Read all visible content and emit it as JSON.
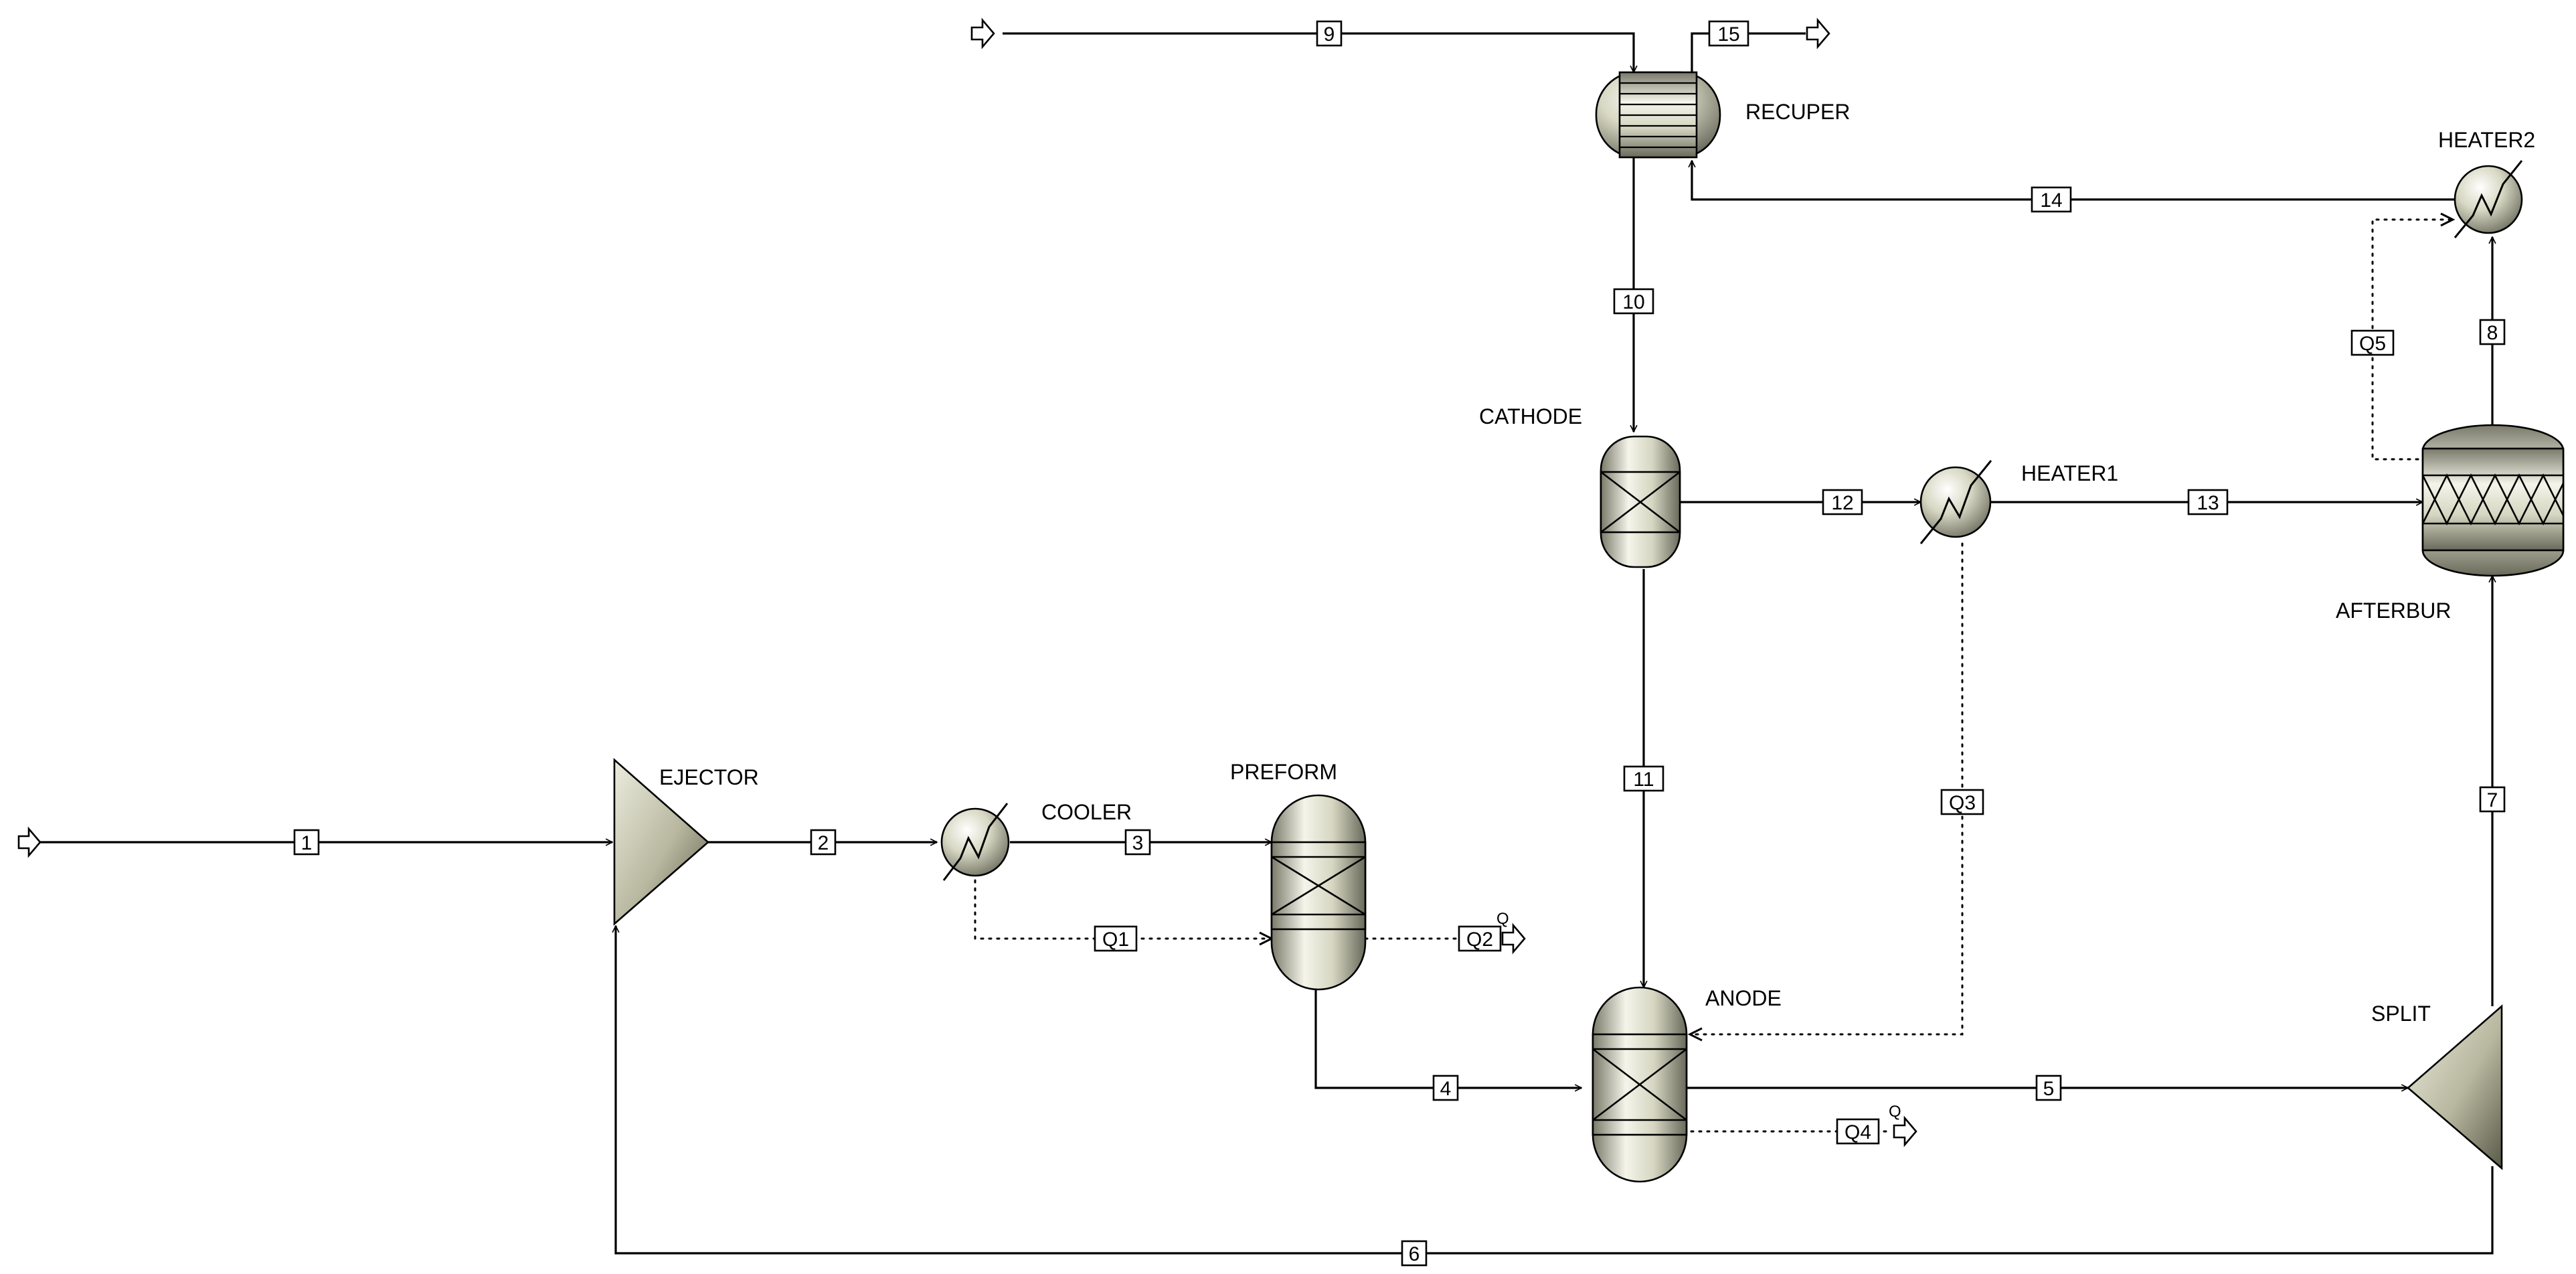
{
  "blocks": {
    "ejector": "EJECTOR",
    "cooler": "COOLER",
    "preform": "PREFORM",
    "recuper": "RECUPER",
    "cathode": "CATHODE",
    "heater1": "HEATER1",
    "heater2": "HEATER2",
    "afterbur": "AFTERBUR",
    "anode": "ANODE",
    "split": "SPLIT"
  },
  "streams": {
    "s1": "1",
    "s2": "2",
    "s3": "3",
    "s4": "4",
    "s5": "5",
    "s6": "6",
    "s7": "7",
    "s8": "8",
    "s9": "9",
    "s10": "10",
    "s11": "11",
    "s12": "12",
    "s13": "13",
    "s14": "14",
    "s15": "15"
  },
  "heat_streams": {
    "q1": "Q1",
    "q2": "Q2",
    "q3": "Q3",
    "q4": "Q4",
    "q5": "Q5"
  },
  "heat_outlet_marker": "Q"
}
